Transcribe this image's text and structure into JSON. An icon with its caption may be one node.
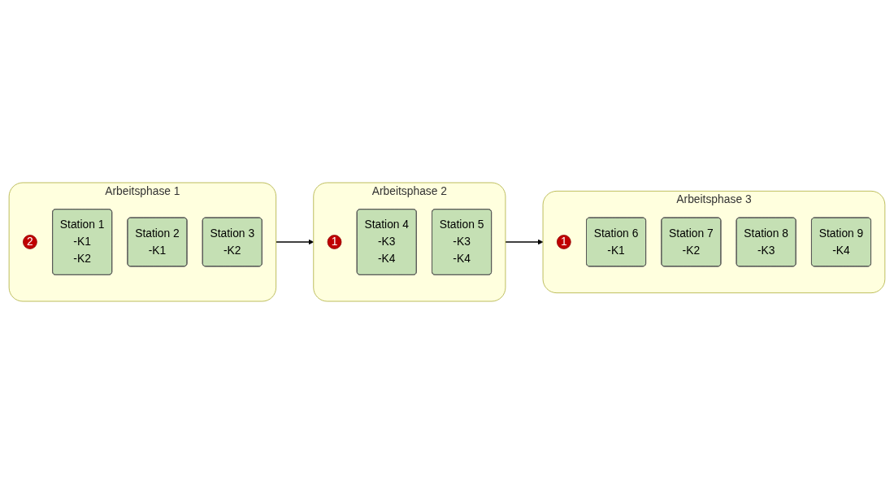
{
  "diagram": {
    "nodes": [
      {
        "text": [
          "Arbeitsphase 1"
        ]
      },
      {
        "text": [
          "2"
        ],
        "in": 0
      },
      {
        "text": [
          "Station 1",
          "-K1",
          "-K2"
        ],
        "in": 0
      },
      {
        "text": [
          "Station 2",
          "-K1"
        ],
        "in": 0
      },
      {
        "text": [
          "Station 3",
          "-K2"
        ],
        "in": 0
      },
      {
        "text": [
          "Arbeitsphase 2"
        ]
      },
      {
        "text": [
          "1"
        ],
        "in": 5
      },
      {
        "text": [
          "Station 4",
          "-K3",
          "-K4"
        ],
        "in": 5
      },
      {
        "text": [
          "Station 5",
          "-K3",
          "-K4"
        ],
        "in": 5
      },
      {
        "text": [
          "Arbeitsphase 3"
        ]
      },
      {
        "text": [
          "1"
        ],
        "in": 9
      },
      {
        "text": [
          "Station 6",
          "-K1"
        ],
        "in": 9
      },
      {
        "text": [
          "Station 7",
          "-K2"
        ],
        "in": 9
      },
      {
        "text": [
          "Station 8",
          "-K3"
        ],
        "in": 9
      },
      {
        "text": [
          "Station 9",
          "-K4"
        ],
        "in": 9
      }
    ],
    "edges": [
      {
        "from": 0,
        "to": 5,
        "arrow": "to"
      },
      {
        "from": 5,
        "to": 9,
        "arrow": "to"
      }
    ]
  }
}
